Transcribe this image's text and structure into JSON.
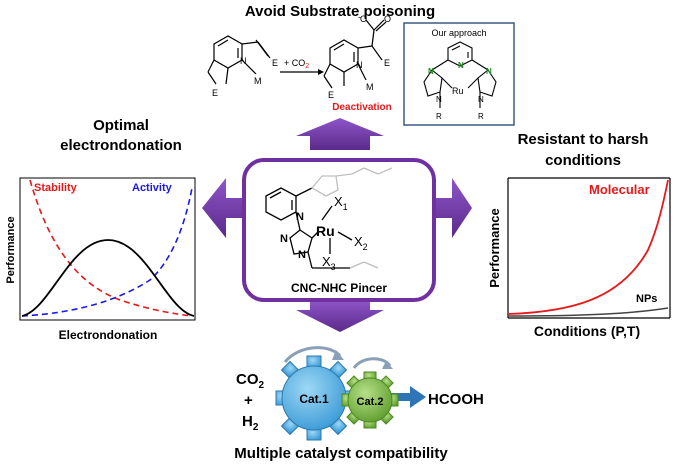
{
  "top": {
    "title": "Avoid Substrate poisoning",
    "reagent": "+ CO",
    "reagent_sub": "2",
    "deactivation_label": "Deactivation",
    "charge_sign": "-",
    "approach_title": "Our approach"
  },
  "left": {
    "title_line1": "Optimal",
    "title_line2": "electrondonation",
    "y_label": "Performance",
    "x_label": "Electrondonation",
    "stability_label": "Stability",
    "activity_label": "Activity"
  },
  "right": {
    "title_line1": "Resistant to harsh",
    "title_line2": "conditions",
    "y_label": "Performance",
    "x_label": "Conditions (P,T)",
    "molecular_label": "Molecular",
    "nps_label": "NPs"
  },
  "center": {
    "caption": "CNC-NHC Pincer",
    "metal": "Ru",
    "x1": "X",
    "x1_sub": "1",
    "x2": "X",
    "x2_sub": "2",
    "x3": "X",
    "x3_sub": "3"
  },
  "bottom": {
    "co2": "CO",
    "co2_sub": "2",
    "plus": "+",
    "h2": "H",
    "h2_sub": "2",
    "cat1": "Cat.1",
    "cat2": "Cat.2",
    "product": "HCOOH",
    "title": "Multiple catalyst compatibility"
  },
  "atoms": {
    "N": "N",
    "M": "M",
    "E": "E",
    "O": "O",
    "R": "R",
    "Ru": "Ru"
  },
  "colors": {
    "purple": "#7030a0",
    "red": "#e41a1c",
    "blue": "#1a1ae4",
    "green_n": "#1e8a1e",
    "cat1": "#5db8e8",
    "cat2": "#7ab648",
    "arrow_blue": "#2e75b6"
  }
}
